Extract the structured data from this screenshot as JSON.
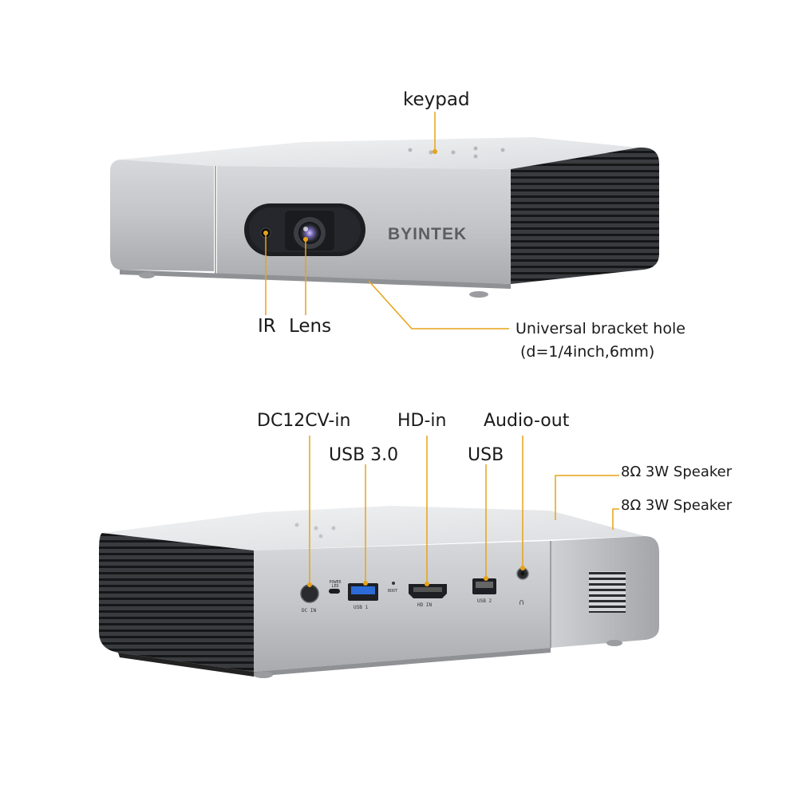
{
  "brand": "BYINTEK",
  "colors": {
    "callout": "#e8a317",
    "body_silver": "#c9cbcf",
    "body_dark": "#aeb0b4",
    "vent": "#2b2c2e",
    "text": "#1a1a1a"
  },
  "top_view": {
    "keypad": "keypad",
    "ir": "IR",
    "lens": "Lens",
    "bracket_line1": "Universal bracket hole",
    "bracket_line2": "(d=1/4inch,6mm)"
  },
  "rear_view": {
    "dc_in": "DC12CV-in",
    "hd_in": "HD-in",
    "audio_out": "Audio-out",
    "usb30": "USB 3.0",
    "usb": "USB",
    "speaker1": "8Ω 3W Speaker",
    "speaker2": "8Ω 3W Speaker",
    "ports": {
      "dc": "DC IN",
      "power_led": "POWER LED",
      "usb1": "USB 1",
      "boot": "BOOT",
      "hd": "HD IN",
      "usb2": "USB 2"
    }
  }
}
